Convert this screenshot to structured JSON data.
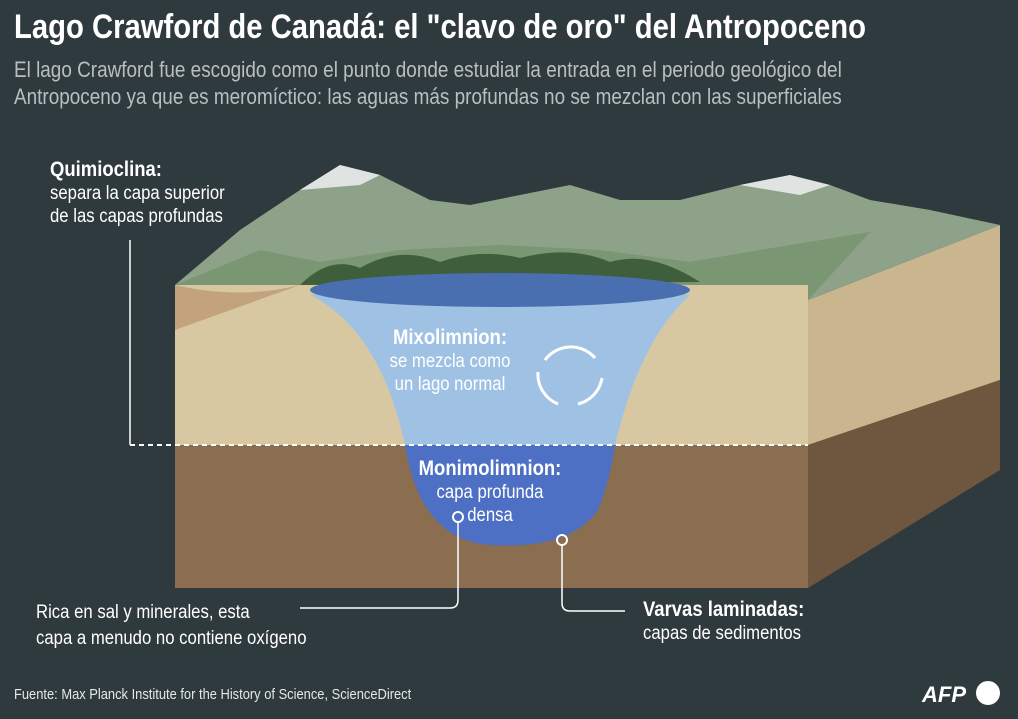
{
  "header": {
    "title": "Lago Crawford de Canadá: el \"clavo de oro\" del Antropoceno",
    "subtitle_line1": "El lago Crawford fue escogido como el punto donde estudiar la entrada en el periodo geológico del",
    "subtitle_line2": "Antropoceno ya que es meromíctico: las aguas más profundas no se mezclan con las superficiales"
  },
  "labels": {
    "chemocline": {
      "title": "Quimioclina:",
      "line1": "separa la capa superior",
      "line2": "de las capas profundas"
    },
    "mixolimnion": {
      "title": "Mixolimnion:",
      "line1": "se mezcla como",
      "line2": "un lago normal"
    },
    "monimolimnion": {
      "title": "Monimolimnion:",
      "line1": "capa profunda",
      "line2": "densa"
    },
    "salt": {
      "line1": "Rica en sal y minerales, esta",
      "line2": "capa a menudo no contiene oxígeno"
    },
    "varves": {
      "title": "Varvas laminadas:",
      "line1": "capas de sedimentos"
    }
  },
  "footer": {
    "source": "Fuente: Max Planck Institute for the History of Science, ScienceDirect",
    "logo": "AFP"
  },
  "colors": {
    "background": "#2f3a3e",
    "upper_soil": "#d8c8a2",
    "lower_soil": "#8b6d50",
    "mixolimnion": "#9fc2e4",
    "monimolimnion": "#4d6fc4",
    "grass": "#7f9a78"
  }
}
